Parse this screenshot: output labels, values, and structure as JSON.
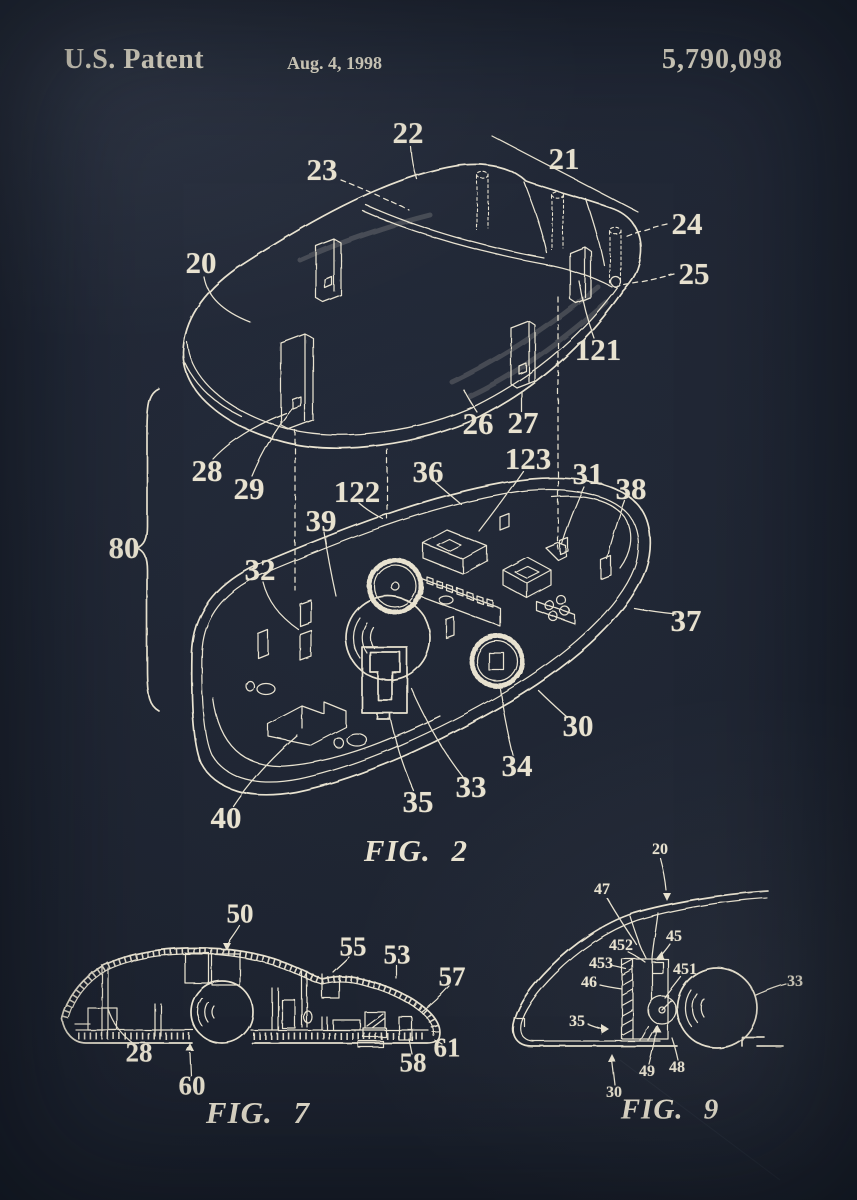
{
  "colors": {
    "background": "#1e2431",
    "ink": "#e8e2d0"
  },
  "header": {
    "title": "U.S. Patent",
    "date": "Aug. 4, 1998",
    "patent_number": "5,790,098"
  },
  "fig2": {
    "caption": "FIG. 2",
    "refs": {
      "r20": "20",
      "r21": "21",
      "r22": "22",
      "r23": "23",
      "r24": "24",
      "r25": "25",
      "r26": "26",
      "r27": "27",
      "r28": "28",
      "r29": "29",
      "r30": "30",
      "r31": "31",
      "r32": "32",
      "r33": "33",
      "r34": "34",
      "r35": "35",
      "r36": "36",
      "r37": "37",
      "r38": "38",
      "r39": "39",
      "r40": "40",
      "r80": "80",
      "r121": "121",
      "r122": "122",
      "r123": "123"
    }
  },
  "fig7": {
    "caption": "FIG. 7",
    "refs": {
      "r50": "50",
      "r53": "53",
      "r55": "55",
      "r57": "57",
      "r28": "28",
      "r58": "58",
      "r60": "60",
      "r61": "61"
    }
  },
  "fig9": {
    "caption": "FIG. 9",
    "refs": {
      "r20": "20",
      "r30": "30",
      "r33": "33",
      "r35": "35",
      "r45": "45",
      "r46": "46",
      "r47": "47",
      "r48": "48",
      "r49": "49",
      "r451": "451",
      "r452": "452",
      "r453": "453"
    }
  }
}
